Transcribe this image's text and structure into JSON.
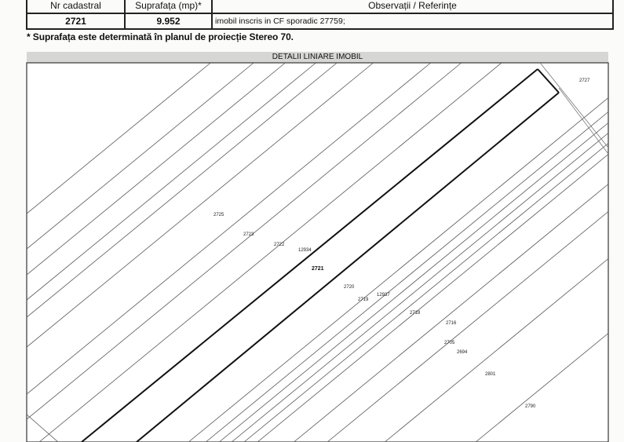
{
  "table": {
    "headers": [
      "Nr cadastral",
      "Suprafața (mp)*",
      "Observații / Referințe"
    ],
    "row": {
      "nr_cadastral": "2721",
      "suprafata": "9.952",
      "observatii": "imobil inscris in CF sporadic 27759;"
    }
  },
  "footnote": "* Suprafața este determinată în planul de proiecție Stereo 70.",
  "plan": {
    "title": "DETALII LINIARE IMOBIL",
    "main_parcel": "2721",
    "parcel_labels": [
      "2727",
      "2725",
      "2723",
      "2722",
      "12934",
      "2720",
      "2719",
      "12937",
      "2718",
      "2716",
      "2705",
      "2694",
      "2801",
      "2790"
    ]
  }
}
